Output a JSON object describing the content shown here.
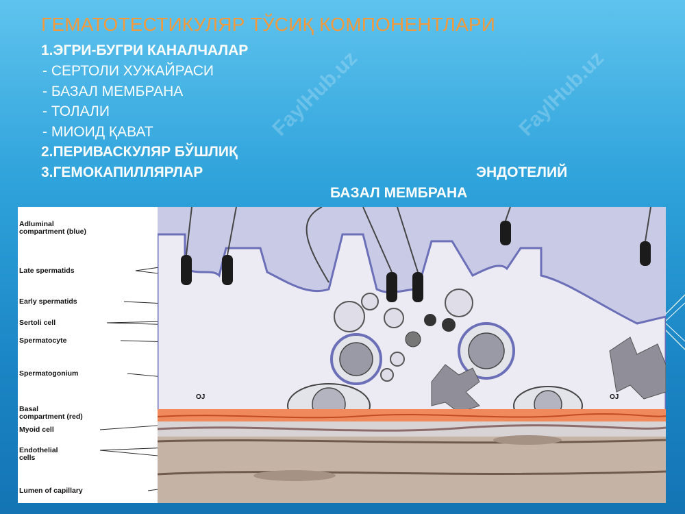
{
  "title": "ГЕМАТОТЕСТИКУЛЯР ТЎСИҚ КОМПОНЕНТЛАРИ",
  "items": {
    "item1": "1.ЭГРИ-БУГРИ  КАНАЛЧАЛАР",
    "sub1": "-    СЕРТОЛИ ХУЖАЙРАСИ",
    "sub2": "-    БАЗАЛ МЕМБРАНА",
    "sub3": "-    ТОЛАЛИ",
    "sub4": "-   МИОИД ҚАВАТ",
    "item2": "2.ПЕРИВАСКУЛЯР БЎШЛИҚ",
    "item3": "3.ГЕМОКАПИЛЛЯРЛАР",
    "endothel": "ЭНДОТЕЛИЙ",
    "basal": "БАЗАЛ  МЕМБРАНА"
  },
  "watermark": "FaylHub.uz",
  "figure": {
    "labels": {
      "adluminal_1": "Adluminal",
      "adluminal_2": "compartment (blue)",
      "late": "Late spermatids",
      "early": "Early spermatids",
      "sertoli": "Sertoli cell",
      "spermatocyte": "Spermatocyte",
      "spermatogonium": "Spermatogonium",
      "oj_left": "OJ",
      "oj_right": "OJ",
      "basal_1": "Basal",
      "basal_2": "compartment (red)",
      "myoid": "Myoid cell",
      "endo_1": "Endothelial",
      "endo_2": "cells",
      "lumen": "Lumen of capillary"
    },
    "colors": {
      "adluminal_bg": "#c9cbe6",
      "membrane": "#6b6fb7",
      "basal_red": "#f08a5d",
      "lumen": "#c5b4a6",
      "sertoli": "#eceaf3"
    }
  }
}
